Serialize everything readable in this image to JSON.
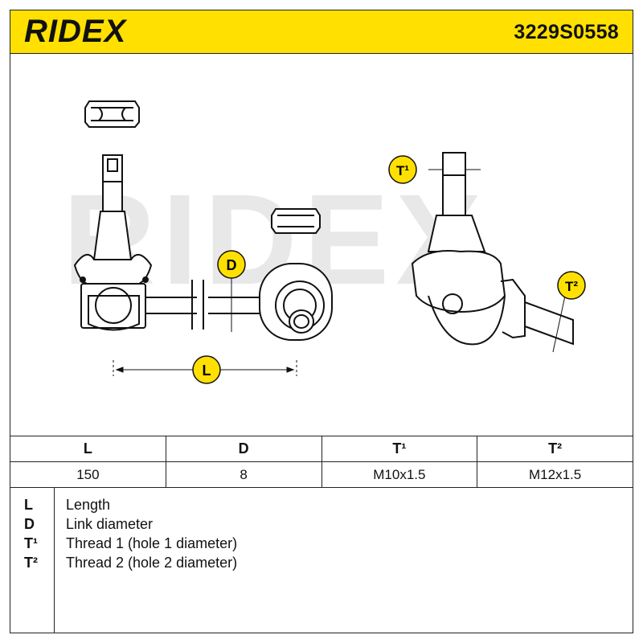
{
  "brand": {
    "logo_text": "RIDEX",
    "part_number": "3229S0558"
  },
  "watermark": "RIDEX",
  "colors": {
    "header_bg": "#ffe000",
    "callout_fill": "#ffe000",
    "ink": "#111111",
    "watermark": "#e6e6e6"
  },
  "drawing": {
    "callouts": {
      "L": "L",
      "D": "D",
      "T1": "T¹",
      "T2": "T²"
    }
  },
  "specs": {
    "headers": [
      "L",
      "D",
      "T¹",
      "T²"
    ],
    "values": [
      "150",
      "8",
      "M10x1.5",
      "M12x1.5"
    ]
  },
  "legend": [
    {
      "key": "L",
      "desc": "Length"
    },
    {
      "key": "D",
      "desc": "Link diameter"
    },
    {
      "key": "T¹",
      "desc": "Thread 1 (hole 1 diameter)"
    },
    {
      "key": "T²",
      "desc": "Thread 2 (hole 2 diameter)"
    }
  ]
}
